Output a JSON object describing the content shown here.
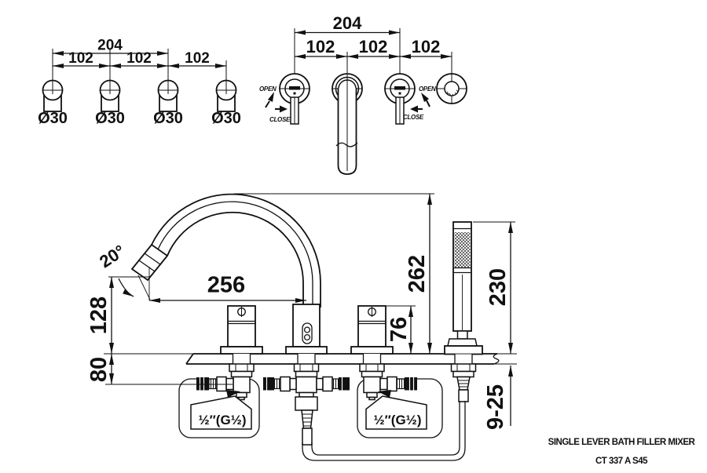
{
  "drawing": {
    "title": "SINGLE LEVER BATH FILLER MIXER",
    "model": "CT 337 A S45"
  },
  "top_left_view": {
    "overall": "204",
    "spacing_1": "102",
    "spacing_2": "102",
    "spacing_3": "102",
    "hole_diameters": [
      "Ø30",
      "Ø30",
      "Ø30",
      "Ø30"
    ]
  },
  "top_center_view": {
    "overall": "204",
    "spacing_1": "102",
    "spacing_2": "102",
    "spacing_3": "102",
    "open_label": "OPEN",
    "close_label": "CLOSE"
  },
  "elevation": {
    "spout_reach": "256",
    "spout_height": "262",
    "handshower_height": "230",
    "outlet_height": "128",
    "valve_height": "76",
    "under_deck": "80",
    "deck_thickness": "9-25",
    "spout_angle": "20°",
    "inlet_connection": "½″(G½)"
  }
}
